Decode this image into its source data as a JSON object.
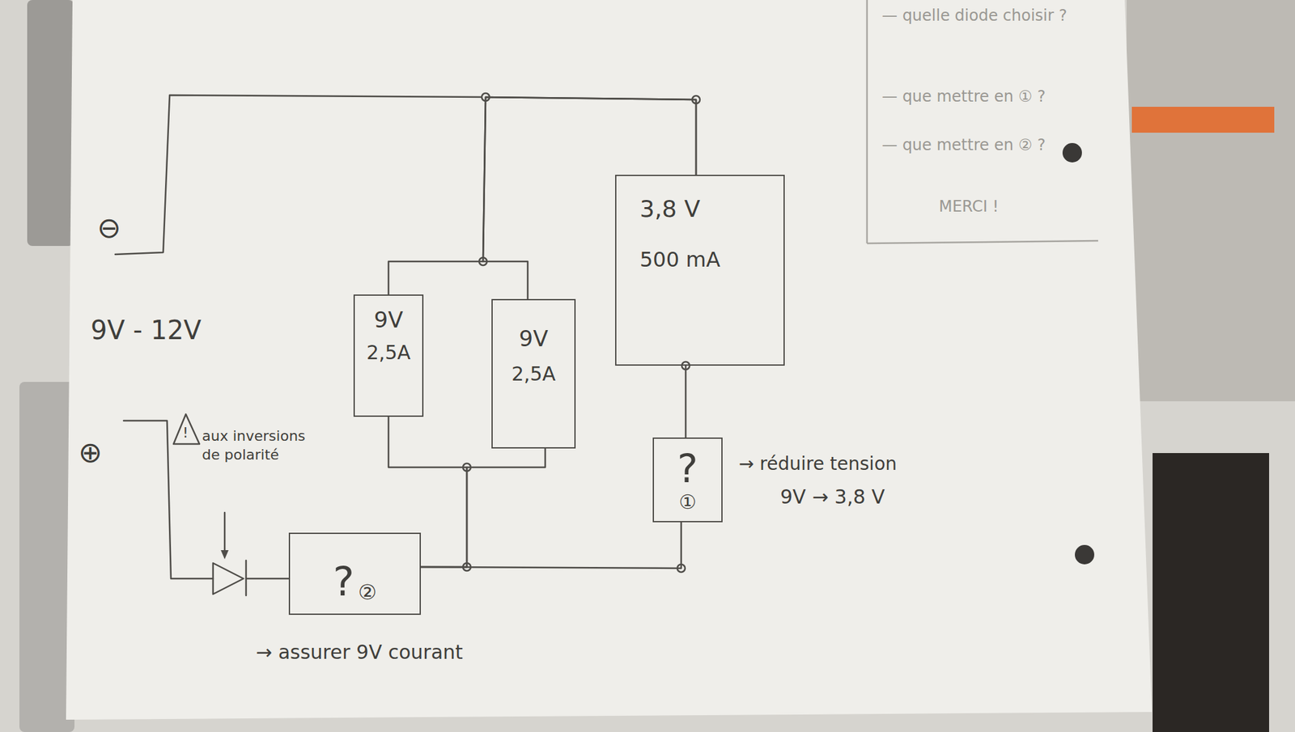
{
  "diagram": {
    "nodes": [
      {
        "text": [
          "9V",
          "2,5A"
        ]
      },
      {
        "text": [
          "9V",
          "2,5A"
        ]
      },
      {
        "text": [
          "3,8 V",
          "500 mA"
        ]
      },
      {
        "text": [
          "?",
          "①"
        ]
      },
      {
        "text": [
          "?",
          "②"
        ]
      }
    ],
    "edges": [
      {
        "from": 4,
        "to": 0,
        "arrow": "none"
      },
      {
        "from": 4,
        "to": 1,
        "arrow": "none"
      },
      {
        "from": 4,
        "to": 3,
        "arrow": "none"
      },
      {
        "from": 3,
        "to": 2,
        "arrow": "none"
      },
      {
        "from": 0,
        "to": 2,
        "arrow": "none"
      },
      {
        "from": 1,
        "to": 2,
        "arrow": "none"
      }
    ],
    "labels": [
      "⊖",
      "9V - 12V",
      "⊕",
      "!",
      "aux inversions de polarité",
      "→ réduire tension",
      "9V → 3,8 V",
      "→ assurer 9V courant",
      "— quelle diode choisir ?",
      "— que mettre en ① ?",
      "— que mettre en ② ?",
      "MERCI !"
    ]
  }
}
